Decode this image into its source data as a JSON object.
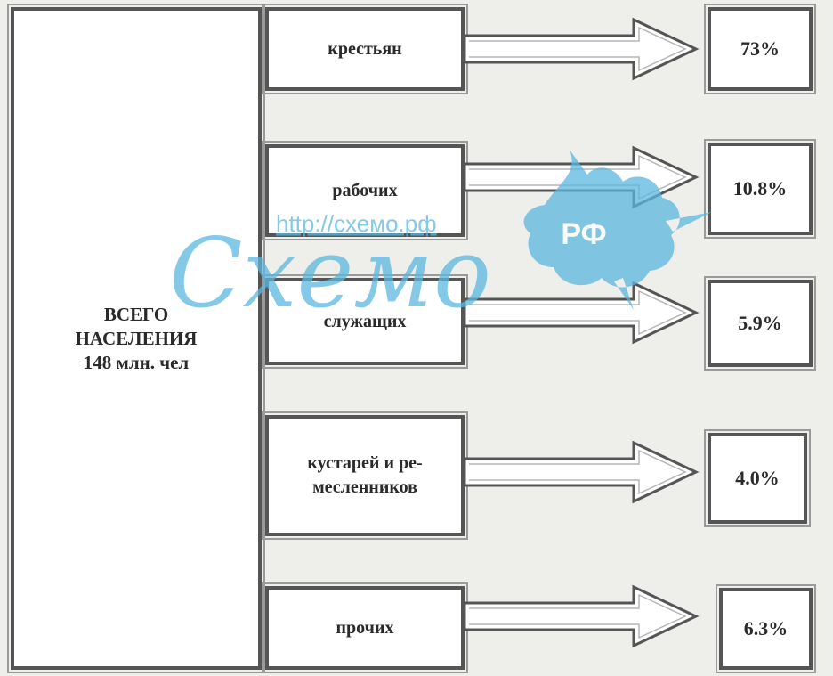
{
  "total": {
    "line1": "ВСЕГО",
    "line2": "НАСЕЛЕНИЯ",
    "line3": "148 млн. чел"
  },
  "categories": [
    {
      "label": "крестьян",
      "percent": "73%"
    },
    {
      "label": "рабочих",
      "percent": "10.8%"
    },
    {
      "label": "служащих",
      "percent": "5.9%"
    },
    {
      "label": "кустарей и ре-\nмесленников",
      "percent": "4.0%"
    },
    {
      "label": "прочих",
      "percent": "6.3%"
    }
  ],
  "watermark": {
    "script_text": "Схемо",
    "url": "http://схемо.рф",
    "badge": "РФ"
  },
  "colors": {
    "border": "#555555",
    "watermark": "#5bb8df"
  }
}
